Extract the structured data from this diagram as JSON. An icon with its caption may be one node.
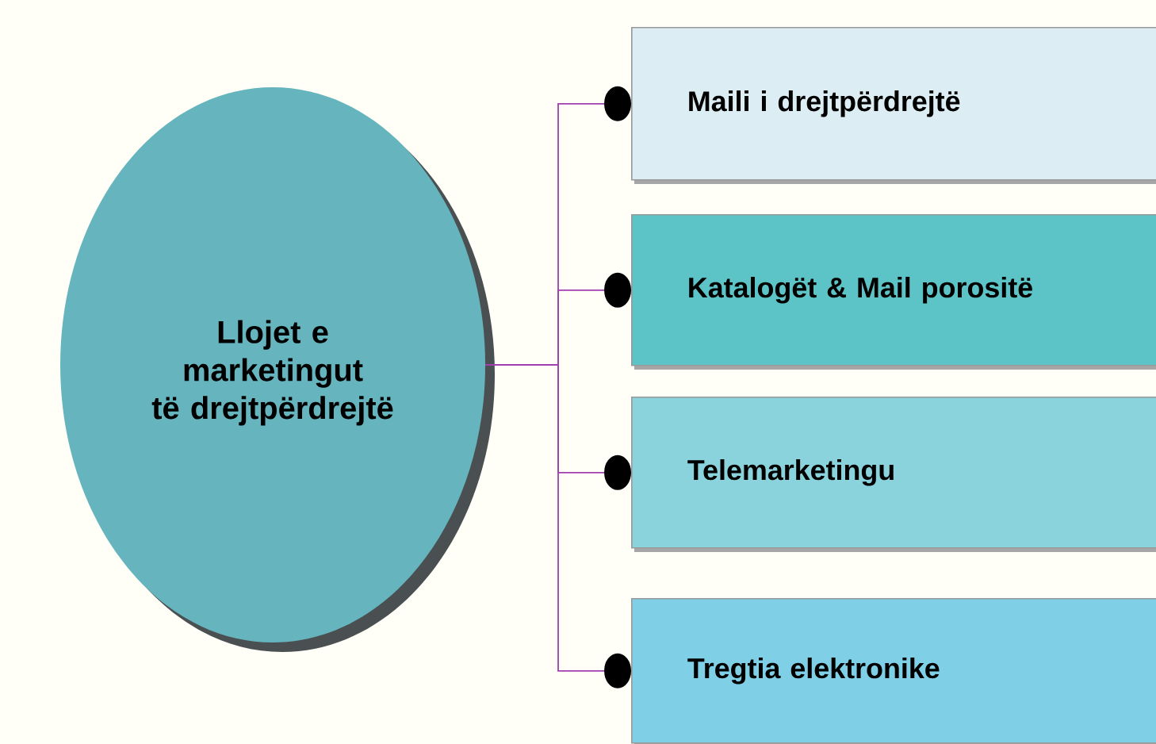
{
  "diagram": {
    "nodes": [
      {
        "text": [
          "Llojet e marketingut të drejtpërdrejtë"
        ]
      },
      {
        "text": [
          "Maili i drejtpërdrejtë"
        ]
      },
      {
        "text": [
          "Katalogët & Mail porositë"
        ]
      },
      {
        "text": [
          "Telemarketingu"
        ]
      },
      {
        "text": [
          "Tregtia elektronike"
        ]
      }
    ],
    "edges": [
      {
        "from": 0,
        "to": 1,
        "arrow": "other"
      },
      {
        "from": 0,
        "to": 2,
        "arrow": "other"
      },
      {
        "from": 0,
        "to": 3,
        "arrow": "other"
      },
      {
        "from": 0,
        "to": 4,
        "arrow": "other"
      }
    ]
  }
}
